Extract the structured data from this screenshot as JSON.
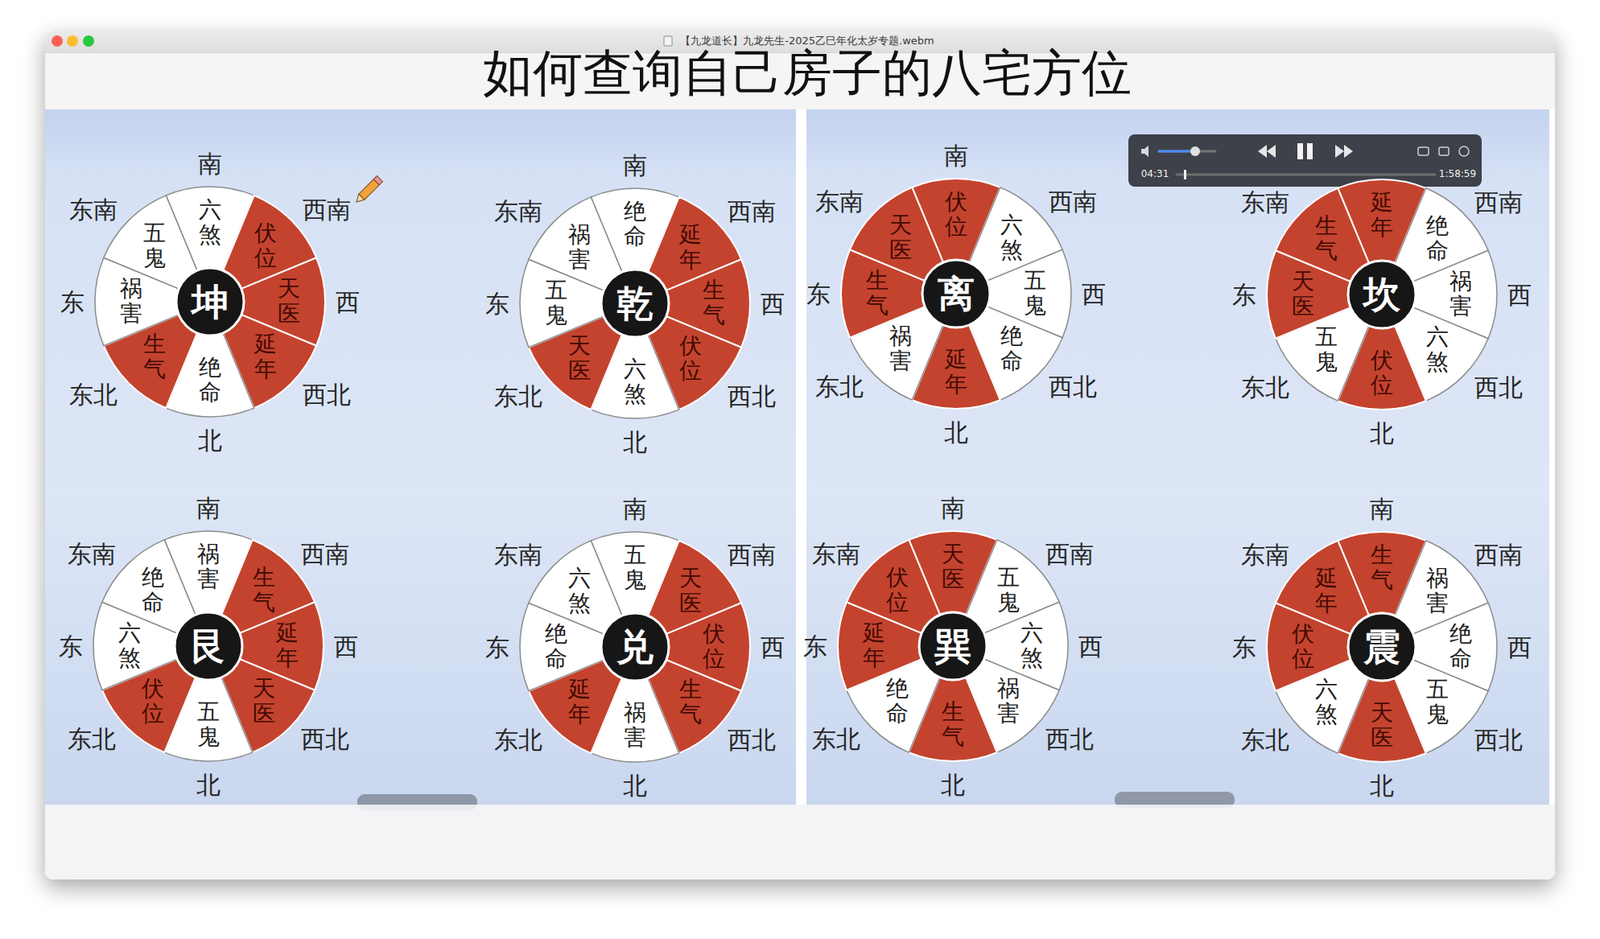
{
  "diagram": {
    "title": "如何查询自己房子的八宅方位",
    "nodes": [
      {
        "text": [
          "坤"
        ]
      },
      {
        "text": [
          "六煞"
        ]
      },
      {
        "text": [
          "伏位"
        ]
      },
      {
        "text": [
          "天医"
        ]
      },
      {
        "text": [
          "延年"
        ]
      },
      {
        "text": [
          "绝命"
        ]
      },
      {
        "text": [
          "生气"
        ]
      },
      {
        "text": [
          "祸害"
        ]
      },
      {
        "text": [
          "五鬼"
        ]
      },
      {
        "text": [
          "乾"
        ]
      },
      {
        "text": [
          "绝命"
        ]
      },
      {
        "text": [
          "延年"
        ]
      },
      {
        "text": [
          "生气"
        ]
      },
      {
        "text": [
          "伏位"
        ]
      },
      {
        "text": [
          "六煞"
        ]
      },
      {
        "text": [
          "天医"
        ]
      },
      {
        "text": [
          "五鬼"
        ]
      },
      {
        "text": [
          "祸害"
        ]
      },
      {
        "text": [
          "离"
        ]
      },
      {
        "text": [
          "伏位"
        ]
      },
      {
        "text": [
          "六煞"
        ]
      },
      {
        "text": [
          "五鬼"
        ]
      },
      {
        "text": [
          "绝命"
        ]
      },
      {
        "text": [
          "延年"
        ]
      },
      {
        "text": [
          "祸害"
        ]
      },
      {
        "text": [
          "生气"
        ]
      },
      {
        "text": [
          "天医"
        ]
      },
      {
        "text": [
          "坎"
        ]
      },
      {
        "text": [
          "延年"
        ]
      },
      {
        "text": [
          "绝命"
        ]
      },
      {
        "text": [
          "祸害"
        ]
      },
      {
        "text": [
          "六煞"
        ]
      },
      {
        "text": [
          "伏位"
        ]
      },
      {
        "text": [
          "五鬼"
        ]
      },
      {
        "text": [
          "天医"
        ]
      },
      {
        "text": [
          "生气"
        ]
      },
      {
        "text": [
          "艮"
        ]
      },
      {
        "text": [
          "祸害"
        ]
      },
      {
        "text": [
          "生气"
        ]
      },
      {
        "text": [
          "延年"
        ]
      },
      {
        "text": [
          "天医"
        ]
      },
      {
        "text": [
          "五鬼"
        ]
      },
      {
        "text": [
          "伏位"
        ]
      },
      {
        "text": [
          "六煞"
        ]
      },
      {
        "text": [
          "绝命"
        ]
      },
      {
        "text": [
          "兑"
        ]
      },
      {
        "text": [
          "五鬼"
        ]
      },
      {
        "text": [
          "天医"
        ]
      },
      {
        "text": [
          "伏位"
        ]
      },
      {
        "text": [
          "生气"
        ]
      },
      {
        "text": [
          "祸害"
        ]
      },
      {
        "text": [
          "延年"
        ]
      },
      {
        "text": [
          "绝命"
        ]
      },
      {
        "text": [
          "六煞"
        ]
      },
      {
        "text": [
          "巽"
        ]
      },
      {
        "text": [
          "天医"
        ]
      },
      {
        "text": [
          "五鬼"
        ]
      },
      {
        "text": [
          "六煞"
        ]
      },
      {
        "text": [
          "祸害"
        ]
      },
      {
        "text": [
          "生气"
        ]
      },
      {
        "text": [
          "绝命"
        ]
      },
      {
        "text": [
          "延年"
        ]
      },
      {
        "text": [
          "伏位"
        ]
      },
      {
        "text": [
          "震"
        ]
      },
      {
        "text": [
          "生气"
        ]
      },
      {
        "text": [
          "祸害"
        ]
      },
      {
        "text": [
          "绝命"
        ]
      },
      {
        "text": [
          "五鬼"
        ]
      },
      {
        "text": [
          "天医"
        ]
      },
      {
        "text": [
          "六煞"
        ]
      },
      {
        "text": [
          "伏位"
        ]
      },
      {
        "text": [
          "延年"
        ]
      }
    ],
    "labels": [
      "【九龙道长】九龙先生-2025乙巳年化太岁专题.webm",
      "04:31",
      "1:58:59",
      "南",
      "西南",
      "西",
      "西北",
      "北",
      "东北",
      "东",
      "东南",
      "南",
      "西南",
      "西",
      "西北",
      "北",
      "东北",
      "东",
      "东南",
      "南",
      "西南",
      "西",
      "西北",
      "北",
      "东北",
      "东",
      "东南",
      "西南",
      "西",
      "西北",
      "北",
      "东北",
      "东",
      "东南",
      "南",
      "西南",
      "西",
      "西北",
      "北",
      "东北",
      "东",
      "东南",
      "南",
      "西南",
      "西",
      "西北",
      "北",
      "东北",
      "东",
      "东南",
      "南",
      "西南",
      "西",
      "西北",
      "北",
      "东北",
      "东",
      "东南",
      "南",
      "西南",
      "西",
      "西北",
      "北",
      "东北",
      "东",
      "东南"
    ]
  }
}
